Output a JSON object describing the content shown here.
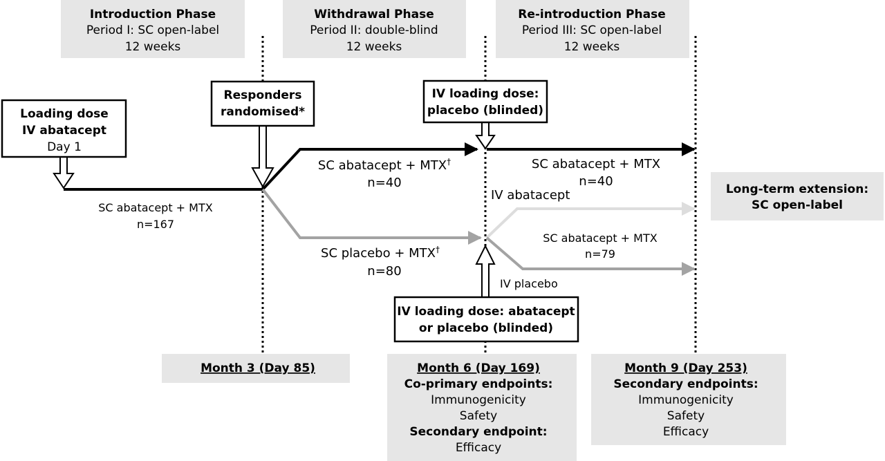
{
  "colors": {
    "panel_grey": "#e6e6e6",
    "arm_black": "#000000",
    "arm_mid": "#a3a3a3",
    "arm_light": "#dddddd"
  },
  "phases": [
    {
      "title": "Introduction Phase",
      "period": "Period I: SC open-label",
      "duration": "12 weeks"
    },
    {
      "title": "Withdrawal Phase",
      "period": "Period II: double-blind",
      "duration": "12 weeks"
    },
    {
      "title": "Re-introduction Phase",
      "period": "Period III: SC open-label",
      "duration": "12 weeks"
    }
  ],
  "boxes": {
    "loading_dose": {
      "line1": "Loading dose",
      "line2": "IV abatacept",
      "line3": "Day 1"
    },
    "responders": {
      "line1": "Responders",
      "line2": "randomised*"
    },
    "iv_placebo_blinded": {
      "line1": "IV loading dose:",
      "line2": "placebo (blinded)"
    },
    "iv_abatacept_or_placebo": {
      "line1": "IV loading dose: abatacept",
      "line2": "or placebo (blinded)"
    }
  },
  "arms": {
    "intro": {
      "label": "SC abatacept + MTX",
      "n": "n=167"
    },
    "withdrawal_abatacept": {
      "label": "SC abatacept + MTX",
      "dagger": "†",
      "n": "n=40"
    },
    "withdrawal_placebo": {
      "label": "SC placebo + MTX",
      "dagger": "†",
      "n": "n=80"
    },
    "reintro_abatacept": {
      "label": "SC abatacept + MTX",
      "n": "n=40"
    },
    "iv_abatacept": {
      "label": "IV abatacept"
    },
    "reintro_placebo_group": {
      "label": "SC abatacept + MTX",
      "n": "n=79"
    },
    "iv_placebo": {
      "label": "IV placebo"
    }
  },
  "extension": {
    "line1": "Long-term extension:",
    "line2": "SC open-label"
  },
  "milestones": {
    "month3": {
      "title": "Month 3 (Day 85)"
    },
    "month6": {
      "title": "Month 6 (Day 169)",
      "primary_heading": "Co-primary endpoints:",
      "primary_items": [
        "Immunogenicity",
        "Safety"
      ],
      "secondary_heading": "Secondary endpoint:",
      "secondary_items": [
        "Efficacy"
      ]
    },
    "month9": {
      "title": "Month 9 (Day 253)",
      "secondary_heading": "Secondary endpoints:",
      "secondary_items": [
        "Immunogenicity",
        "Safety",
        "Efficacy"
      ]
    }
  }
}
